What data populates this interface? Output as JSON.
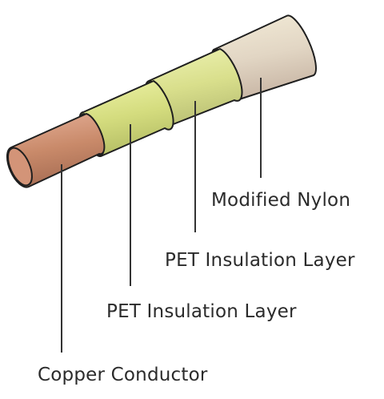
{
  "labels": {
    "modified_nylon": "Modified Nylon",
    "pet_insulation_outer": "PET Insulation Layer",
    "pet_insulation_inner": "PET Insulation Layer",
    "copper_conductor": "Copper Conductor"
  },
  "colors": {
    "copper": "#c98a6a",
    "pet": "#d9e08a",
    "nylon": "#e0d4c2",
    "outline": "#1f1f1f",
    "leader": "#333333"
  }
}
